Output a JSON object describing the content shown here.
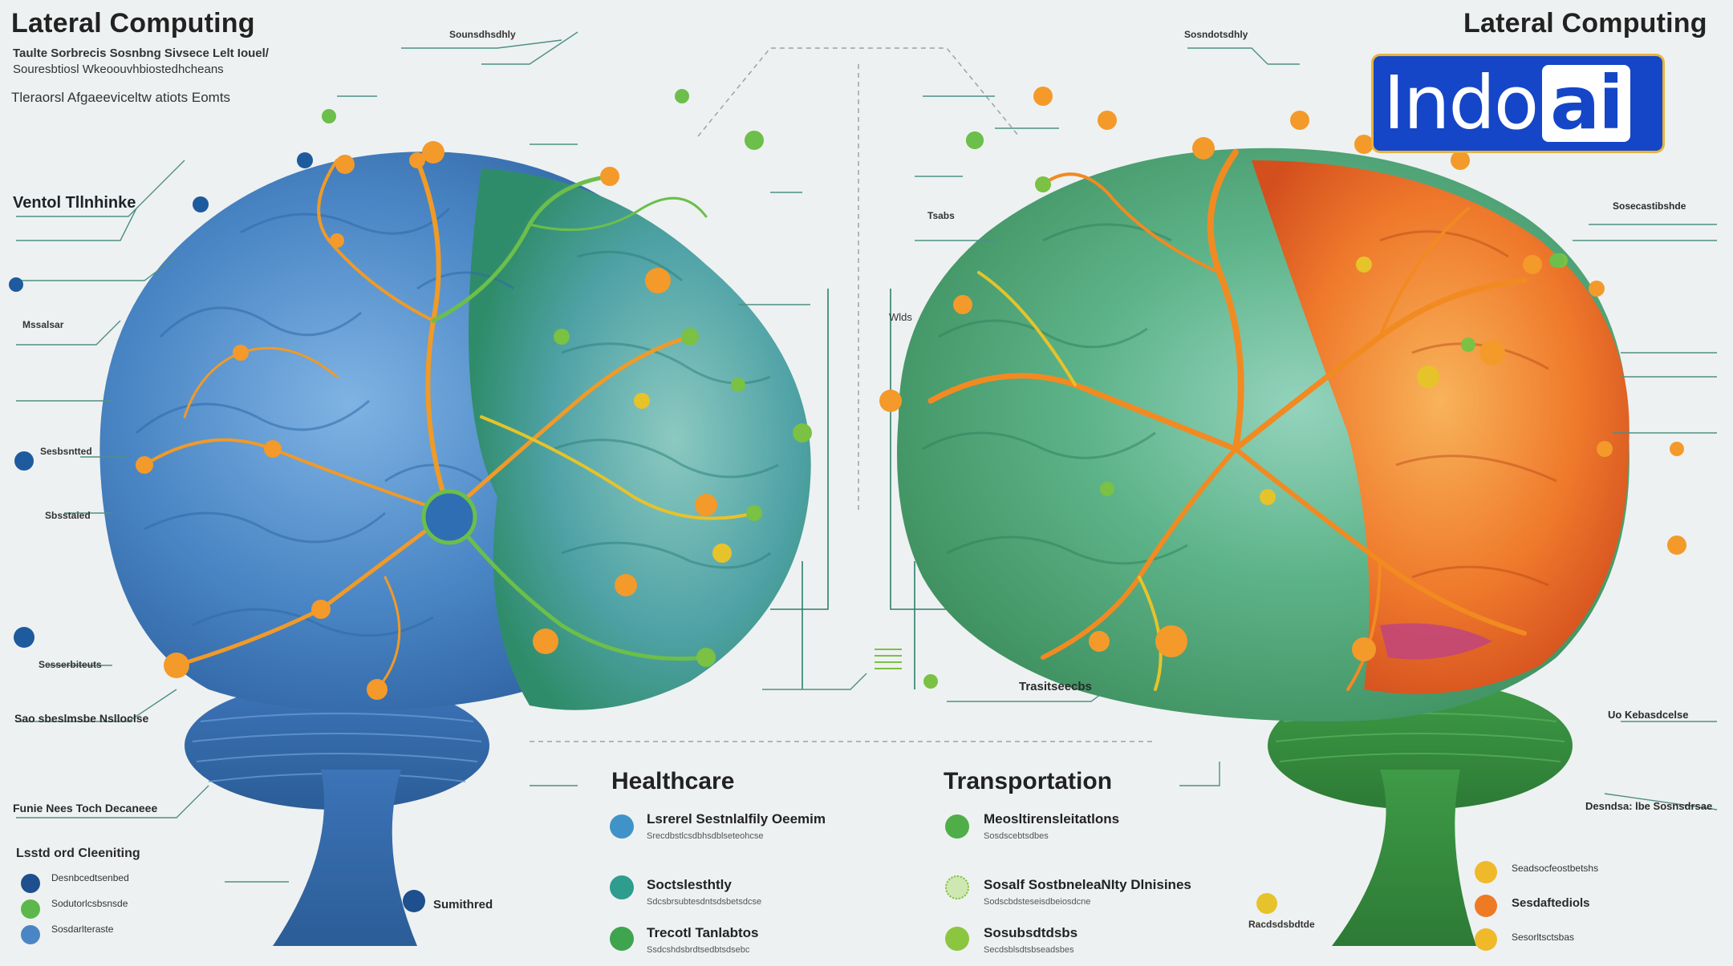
{
  "left": {
    "title": "Lateral Computing",
    "subtitle_1": "Taulte Sorbrecis Sosnbng Sivsece Lelt Iouel/",
    "subtitle_2": "Souresbtiosl Wkeoouvhbiostedhcheans",
    "subtitle_3": "Tleraorsl Afgaeeviceltw atiots Eomts",
    "vertical_label": "Ventol Tllnhinke",
    "side_labels": [
      "Mssalsar",
      "Sesbsntted",
      "Sbsstaied",
      "Sesserbiteuts"
    ],
    "bottom_label_1": "Sao sbeslmsbe Nslloclse",
    "bottom_label_2": "Funie Nees Toch Decaneee",
    "legend_title": "Lsstd ord Cleeniting",
    "legend_items": [
      "Desnbcedtsenbed",
      "Sodutorlcsbsnsde",
      "Sosdarlteraste"
    ],
    "stubs": [
      "Sumithred"
    ],
    "top_label": "Sounsdhsdhly"
  },
  "right": {
    "title": "Lateral Computing",
    "top_label": "Sosndotsdhly",
    "labels": [
      "Trasitseecbs",
      "Uo Kebasdcelse",
      "Sosecastibshde",
      "Desndsa: lbe Sosnsdrsae",
      "Wlds",
      "Tsabs"
    ],
    "legend_items": [
      "Seadsocfeostbetshs",
      "Sesdaftediols",
      "Sesorltsctsbas"
    ],
    "bottom_label": "Racdsdsbdtde"
  },
  "center": {
    "left_heading": "Healthcare",
    "right_heading": "Transportation",
    "left_items": [
      {
        "title": "Lsrerel Sestnlalfily Oeemim",
        "desc": "Srecdbstlcsdbhsdblseteohcse"
      },
      {
        "title": "Soctslesthtly",
        "desc": "Sdcsbrsubtesdntsdsbetsdcse"
      },
      {
        "title": "Trecotl Tanlabtos",
        "desc": "Ssdcshdsbrdtsedbtsdsebc"
      }
    ],
    "right_items": [
      {
        "title": "Meosltirensleitatlons",
        "desc": "Sosdscebtsdbes"
      },
      {
        "title": "Sosalf SostbneleaNIty Dlnisines",
        "desc": "Sodscbdsteseisdbeiosdcne"
      },
      {
        "title": "Sosubsdtdsbs",
        "desc": "Secdsblsdtsbseadsbes"
      }
    ]
  },
  "logo": {
    "text": "Indo",
    "highlight": "ai",
    "bg": "#1546c8",
    "border": "#e9b33a"
  },
  "colors": {
    "blue_brain": "#4a86c5",
    "green_brain": "#5aa966",
    "orange_brain": "#ef7a2c",
    "vein_orange": "#f09a28",
    "vein_green": "#6bbf4a",
    "bg": "#eef1f1"
  }
}
